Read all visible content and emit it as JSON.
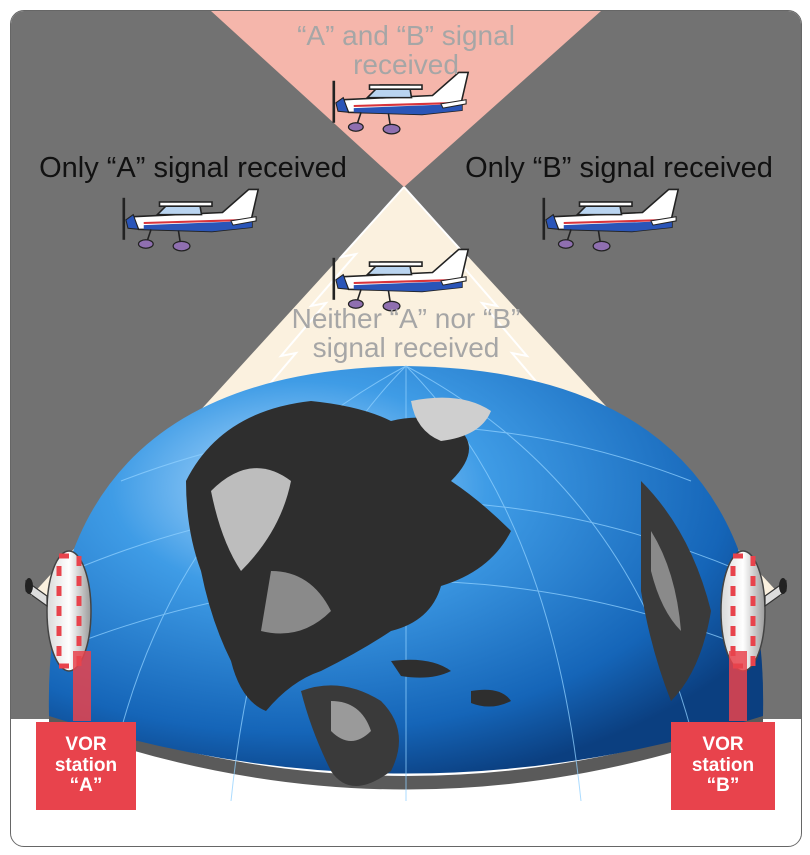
{
  "labels": {
    "both_received": "“A” and “B” signal received",
    "only_a": "Only “A” signal received",
    "only_b": "Only “B” signal received",
    "neither": "Neither “A” nor “B” signal received"
  },
  "stations": {
    "a": {
      "line1": "VOR",
      "line2": "station",
      "line3": "“A”"
    },
    "b": {
      "line1": "VOR",
      "line2": "station",
      "line3": "“B”"
    }
  },
  "colors": {
    "gray_zone": "#727272",
    "pink_zone": "#f5b6ab",
    "cream_zone": "#fbf1df",
    "ocean": "#1e7fd1",
    "land": "#2e2e2e",
    "station_tag": "#e8434c",
    "plane_stripe": "#2a55b8",
    "plane_trim": "#d9343b"
  },
  "icons": [
    "airplane-icon",
    "vor-antenna-icon",
    "globe-icon"
  ]
}
